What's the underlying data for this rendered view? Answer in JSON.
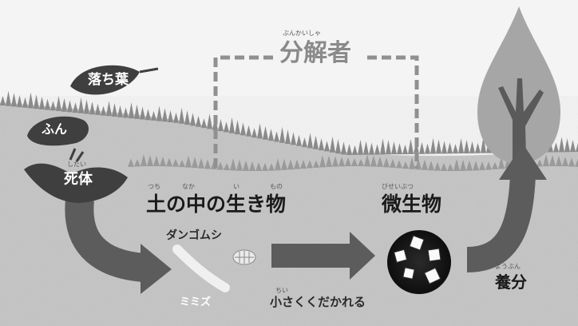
{
  "title": {
    "label": "分解者",
    "ruby": "ぶんかいしゃ"
  },
  "labels": {
    "fallen_leaves": "落ち葉",
    "dung": "ふん",
    "dead_body": "死体",
    "dead_body_ruby": "したい",
    "soil_creatures": "土の中の生き物",
    "soil_creatures_ruby": [
      "つち",
      "なか",
      "い",
      "もの"
    ],
    "microbes": "微生物",
    "microbes_ruby": "びせいぶつ",
    "pill_bug": "ダンゴムシ",
    "earthworm": "ミミズ",
    "broken_down": "小さくくだかれる",
    "broken_down_ruby": "ちい",
    "nutrients": "養分",
    "nutrients_ruby": "ようぶん"
  },
  "colors": {
    "ground": "#c4c4c4",
    "sky": "#f4f4f4",
    "grass": "#8a8a8a",
    "arrow": "#5c5c5c",
    "badge": "#3f3f3f",
    "dashed_box": "#909090",
    "tree_crown": "#a6a6a6",
    "trunk": "#5a5a5a"
  }
}
